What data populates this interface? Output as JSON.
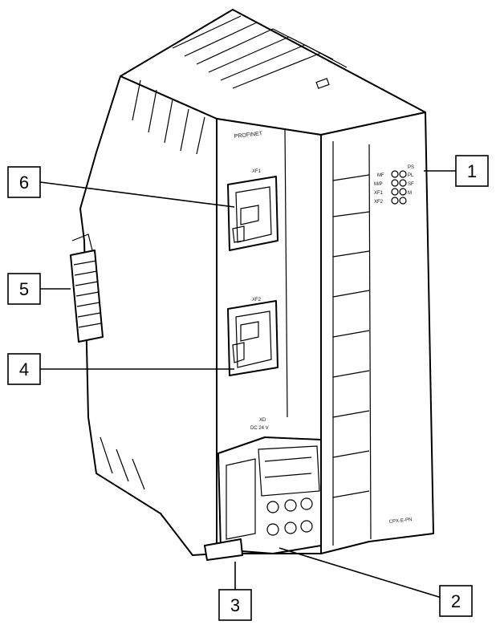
{
  "device": {
    "bus_label": "PROFINET",
    "port1_label": "XF1",
    "port2_label": "XF2",
    "power_label_top": "XD",
    "power_label_bottom": "DC 24 V",
    "model_label": "CPX-E-PN",
    "led_labels_left": [
      "MF",
      "M/P",
      "XF1",
      "XF2"
    ],
    "led_labels_right": [
      "PS",
      "PL",
      "SF",
      "M"
    ]
  },
  "callouts": [
    {
      "id": "1",
      "label": "1"
    },
    {
      "id": "2",
      "label": "2"
    },
    {
      "id": "3",
      "label": "3"
    },
    {
      "id": "4",
      "label": "4"
    },
    {
      "id": "5",
      "label": "5"
    },
    {
      "id": "6",
      "label": "6"
    }
  ]
}
